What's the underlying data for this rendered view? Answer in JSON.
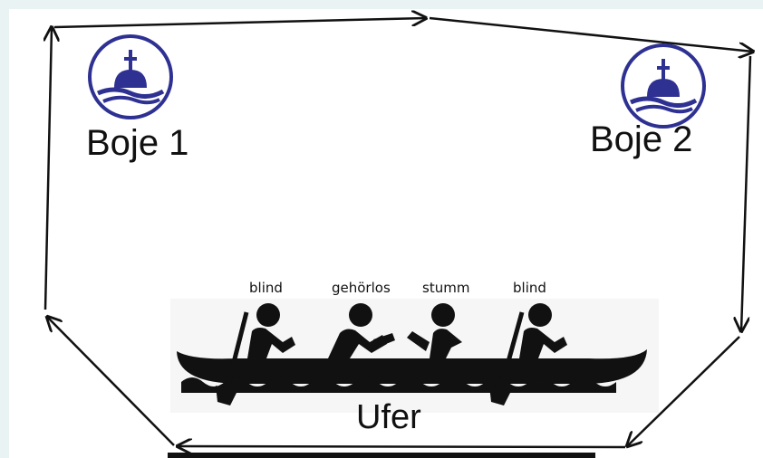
{
  "buoys": [
    {
      "label": "Boje 1",
      "icon": "buoy-icon"
    },
    {
      "label": "Boje 2",
      "icon": "buoy-icon"
    }
  ],
  "shore": {
    "label": "Ufer"
  },
  "paddlers": [
    {
      "role": "blind"
    },
    {
      "role": "gehörlos"
    },
    {
      "role": "stumm"
    },
    {
      "role": "blind"
    }
  ],
  "colors": {
    "buoy": "#2e3192",
    "arrows": "#111111",
    "canoe": "#111111",
    "background": "#eaf3f3"
  }
}
